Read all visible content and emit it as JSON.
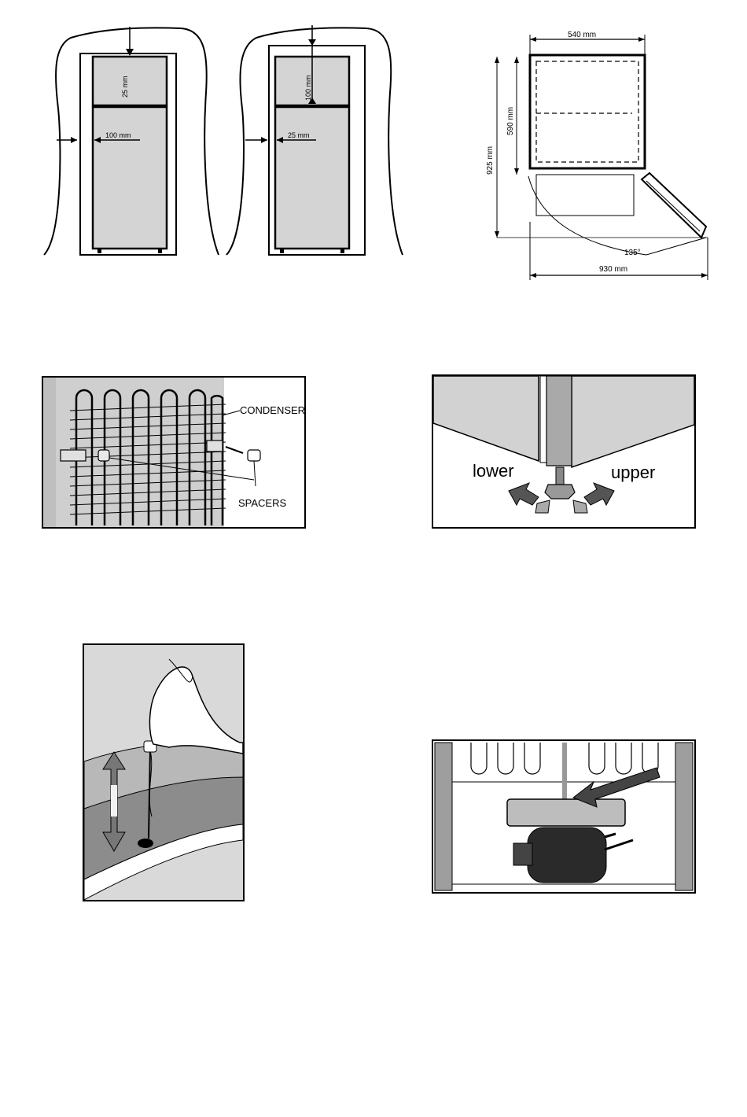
{
  "clearance_figure": {
    "left_top_gap": "25 mm",
    "left_side_gap": "100 mm",
    "right_top_gap": "100 mm",
    "right_side_gap": "25 mm"
  },
  "dimensions_figure": {
    "width": "540 mm",
    "depth": "590 mm",
    "depth_door_open": "925 mm",
    "door_angle": "135°",
    "total_width": "930 mm"
  },
  "condenser_figure": {
    "condenser_label": "CONDENSER",
    "spacers_label": "SPACERS"
  },
  "feet_figure": {
    "lower_label": "lower",
    "upper_label": "upper"
  },
  "colors": {
    "fridge_fill": "#d4d4d4",
    "panel_fill": "#cfcfcf",
    "dark_band": "#8c8c8c",
    "arrow_dark": "#555555"
  }
}
